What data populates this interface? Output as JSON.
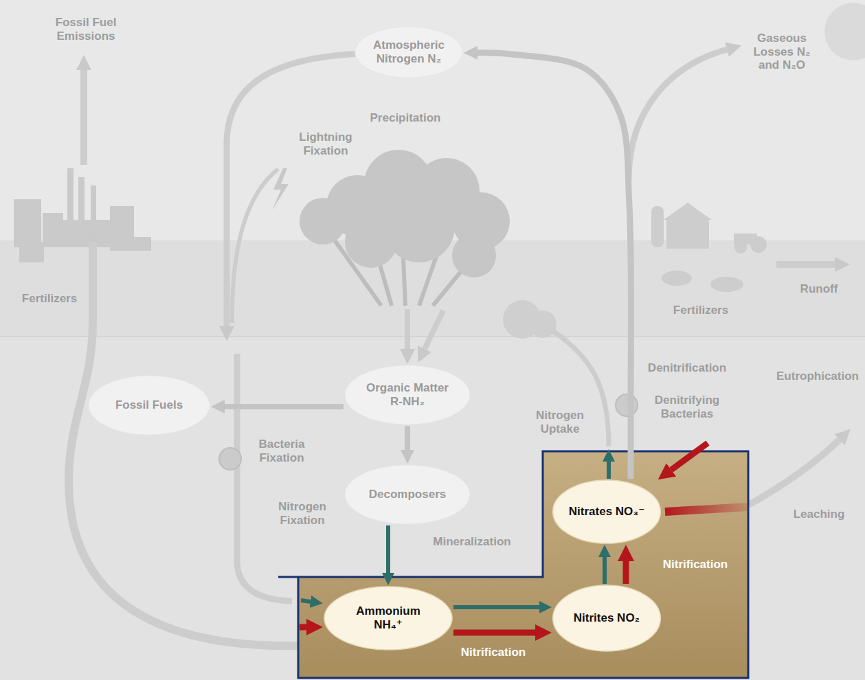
{
  "diagram": {
    "nodes": [
      {
        "text": [
          "Atmospheric Nitrogen N₂"
        ]
      },
      {
        "text": [
          "Organic Matter R-NH₂"
        ]
      },
      {
        "text": [
          "Fossil Fuels"
        ]
      },
      {
        "text": [
          "Decomposers"
        ]
      },
      {
        "text": [
          "Nitrates NO₃⁻"
        ]
      },
      {
        "text": [
          "Ammonium NH₄⁺"
        ]
      },
      {
        "text": [
          "Nitrites NO₂"
        ]
      }
    ],
    "edges": [
      {
        "from": 1,
        "to": 3,
        "arrow": "to"
      },
      {
        "from": 1,
        "to": 2,
        "arrow": "to"
      },
      {
        "from": 3,
        "to": 5,
        "label": "Mineralization",
        "arrow": "to"
      },
      {
        "from": 5,
        "to": 6,
        "arrow": "to"
      },
      {
        "from": 5,
        "to": 6,
        "label": "Nitrification",
        "arrow": "to"
      },
      {
        "from": 6,
        "to": 4,
        "arrow": "to"
      },
      {
        "from": 6,
        "to": 4,
        "label": "Nitrification",
        "arrow": "to"
      },
      {
        "from": 4,
        "to": 0,
        "arrow": "to"
      }
    ],
    "labels": [
      "Fossil Fuel Emissions",
      "Gaseous Losses N₂ and N₂O",
      "Precipitation",
      "Lightning Fixation",
      "Fertilizers",
      "Runoff",
      "Fertilizers",
      "Denitrification",
      "Eutrophication",
      "Denitrifying Bacterias",
      "Nitrogen Uptake",
      "Bacteria Fixation",
      "Nitrogen Fixation",
      "Leaching"
    ]
  }
}
